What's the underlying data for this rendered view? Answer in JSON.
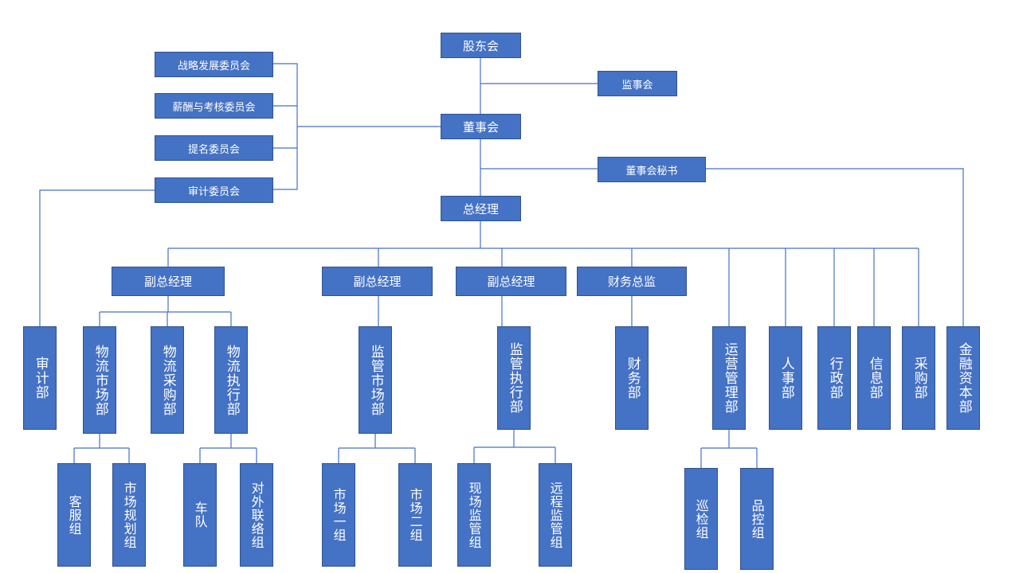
{
  "nodes": {
    "gudonghui": "股东会",
    "jianshihui": "监事会",
    "dongshihui": "董事会",
    "zhanlue": "战略发展委员会",
    "xinchou": "薪酬与考核委员会",
    "timing": "提名委员会",
    "shenji_wyh": "审计委员会",
    "mishu": "董事会秘书",
    "zongjingli": "总经理",
    "fzjl1": "副总经理",
    "fzjl2": "副总经理",
    "fzjl3": "副总经理",
    "caiwu_zj": "财务总监",
    "shenji_bu": "审计部",
    "wuliu_sc": "物流市场部",
    "wuliu_cg": "物流采购部",
    "wuliu_zx": "物流执行部",
    "jg_sc": "监管市场部",
    "jg_zx": "监管执行部",
    "caiwu_bu": "财务部",
    "yunying": "运营管理部",
    "renshi": "人事部",
    "xingzheng": "行政部",
    "xinxi": "信息部",
    "caigou": "采购部",
    "jinrong": "金融资本部",
    "kefu": "客服组",
    "scgh": "市场规划组",
    "chedui": "车队",
    "dwll": "对外联络组",
    "sc1": "市场一组",
    "sc2": "市场二组",
    "xcjg": "现场监管组",
    "ycjg": "远程监管组",
    "xunjian": "巡检组",
    "pinkong": "品控组"
  },
  "colors": {
    "box_fill": "#4472c4",
    "box_border": "#2f528f",
    "box_text": "#ffffff",
    "line": "#4472c4"
  }
}
